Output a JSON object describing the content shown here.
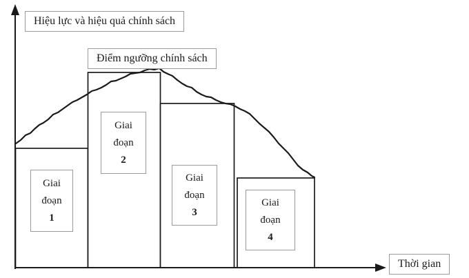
{
  "diagram": {
    "y_axis_label": "Hiệu lực và hiệu quả chính sách",
    "threshold_label": "Điểm ngưỡng chính sách",
    "x_axis_label": "Thời gian",
    "stages": [
      {
        "word1": "Giai",
        "word2": "đoạn",
        "num": "1"
      },
      {
        "word1": "Giai",
        "word2": "đoạn",
        "num": "2"
      },
      {
        "word1": "Giai",
        "word2": "đoạn",
        "num": "3"
      },
      {
        "word1": "Giai",
        "word2": "đoạn",
        "num": "4"
      }
    ],
    "colors": {
      "ink": "#1a1a1a",
      "box_border": "#9a9a9a"
    }
  }
}
